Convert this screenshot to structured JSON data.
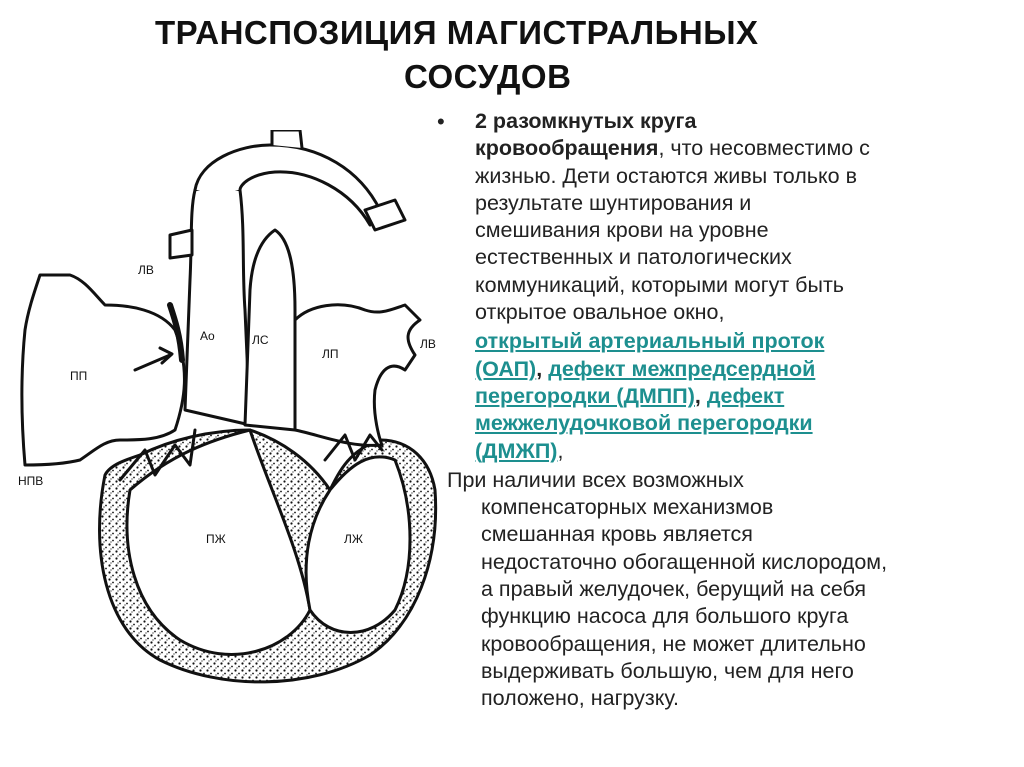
{
  "title": {
    "line1": "ТРАНСПОЗИЦИЯ МАГИСТРАЛЬНЫХ",
    "line2": "СОСУДОВ"
  },
  "diagram": {
    "labels": {
      "lv_top": "ЛВ",
      "ao": "Ао",
      "ls": "ЛС",
      "pp": "ПП",
      "lp": "ЛП",
      "lv_right": "ЛВ",
      "npv": "НПВ",
      "pzh": "ПЖ",
      "lzh": "ЛЖ"
    }
  },
  "text": {
    "bullet": "•",
    "lines_bold": [
      "2 разомкнутых круга",
      "кровообращения"
    ],
    "line2_rest": ", что несовместимо с",
    "lines": [
      "жизнью. Дети остаются живы только в",
      "результате шунтирования и",
      "смешивания крови на уровне",
      "естественных и патологических",
      "коммуникаций, которыми могут быть",
      "открытое овальное окно,"
    ],
    "link1": "открытый артериальный проток",
    "link2": "(ОАП)",
    "link3": "дефект межпредсердной",
    "link4": "перегородки (ДМПП)",
    "link5": "дефект",
    "link6": "межжелудочковой перегородки",
    "link7": "(ДМЖП)",
    "comma": ",",
    "p2_first": "При наличии всех возможных",
    "p2_lines": [
      "компенсаторных механизмов",
      "смешанная кровь является",
      "недостаточно обогащенной кислородом,",
      "а правый желудочек, берущий на себя",
      "функцию насоса для большого круга",
      "кровообращения, не может длительно",
      "выдерживать большую, чем для него",
      "положено, нагрузку."
    ]
  }
}
